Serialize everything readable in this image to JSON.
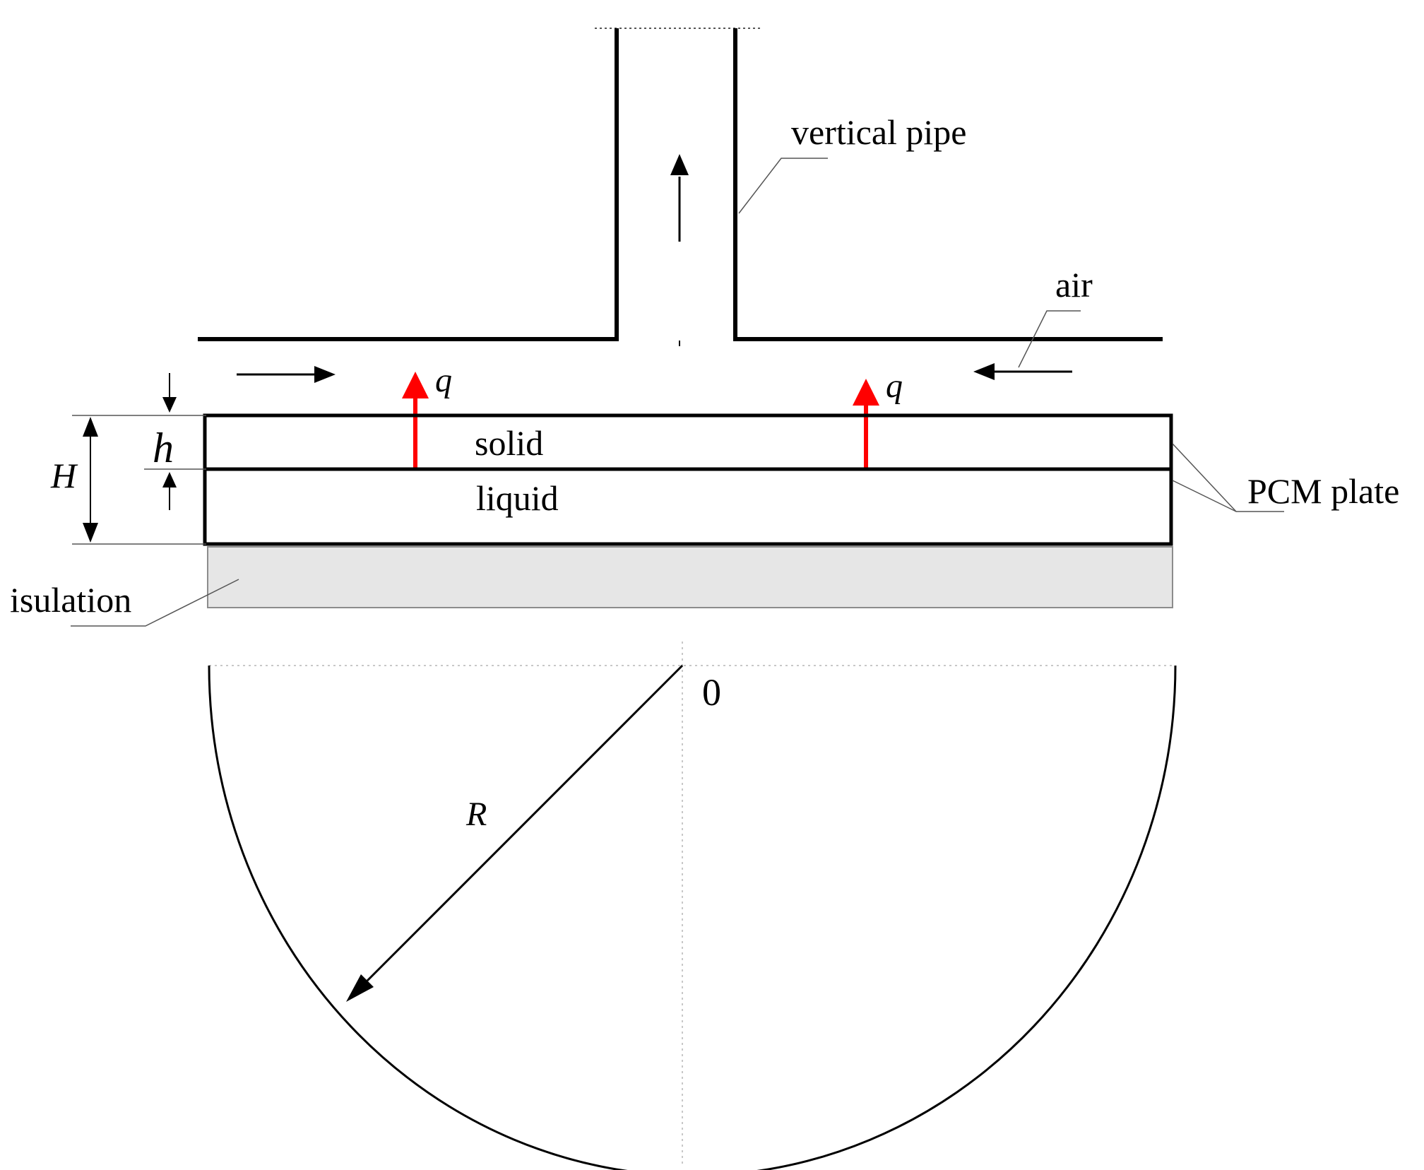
{
  "labels": {
    "vertical_pipe": "vertical pipe",
    "air": "air",
    "heat_flux_left": "q",
    "heat_flux_right": "q",
    "solid": "solid",
    "liquid": "liquid",
    "pcm_plate": "PCM plate",
    "insulation": "isulation",
    "total_thickness": "H",
    "solid_thickness": "h",
    "origin": "0",
    "radius": "R"
  },
  "colors": {
    "line": "#000000",
    "heat_flux_arrow": "#ff0000",
    "insulation_fill": "#e6e6e6",
    "insulation_border": "#8c8c8c",
    "guide_line": "#c8c8c8"
  }
}
